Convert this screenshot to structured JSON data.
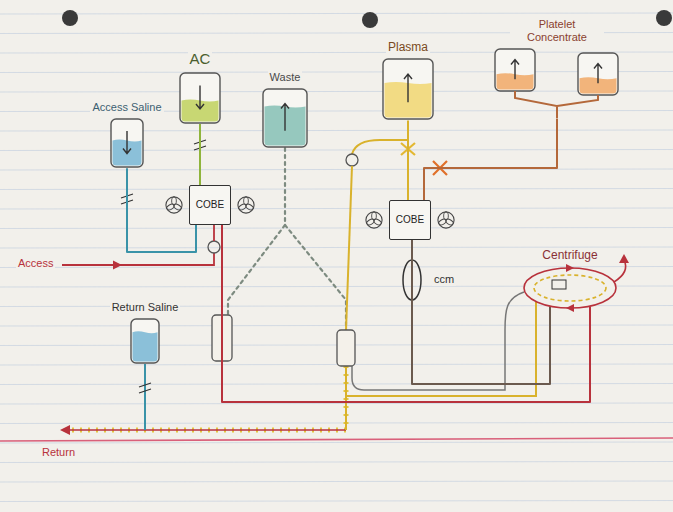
{
  "diagram": {
    "nodes": [
      {
        "text": [
          "Access Saline"
        ]
      },
      {
        "text": [
          "AC"
        ]
      },
      {
        "text": [
          "Waste"
        ]
      },
      {
        "text": [
          "Plasma"
        ]
      },
      {
        "text": [
          "Platelet Concentrate"
        ]
      },
      {
        "text": [
          "COBE"
        ]
      },
      {
        "text": [
          "COBE"
        ]
      },
      {
        "text": [
          "Centrifuge"
        ]
      },
      {
        "text": [
          "Return Saline"
        ]
      }
    ],
    "edges": [
      {
        "from": 0,
        "to": 5,
        "arrow": "none"
      },
      {
        "from": 1,
        "to": 5,
        "arrow": "none"
      },
      {
        "from": 5,
        "to": 7,
        "arrow": "none"
      },
      {
        "from": 7,
        "to": 6,
        "arrow": "none"
      },
      {
        "from": 6,
        "to": 3,
        "arrow": "none"
      },
      {
        "from": 6,
        "to": 4,
        "arrow": "none"
      }
    ],
    "labels": [
      "Access",
      "ccm",
      "Return"
    ]
  }
}
